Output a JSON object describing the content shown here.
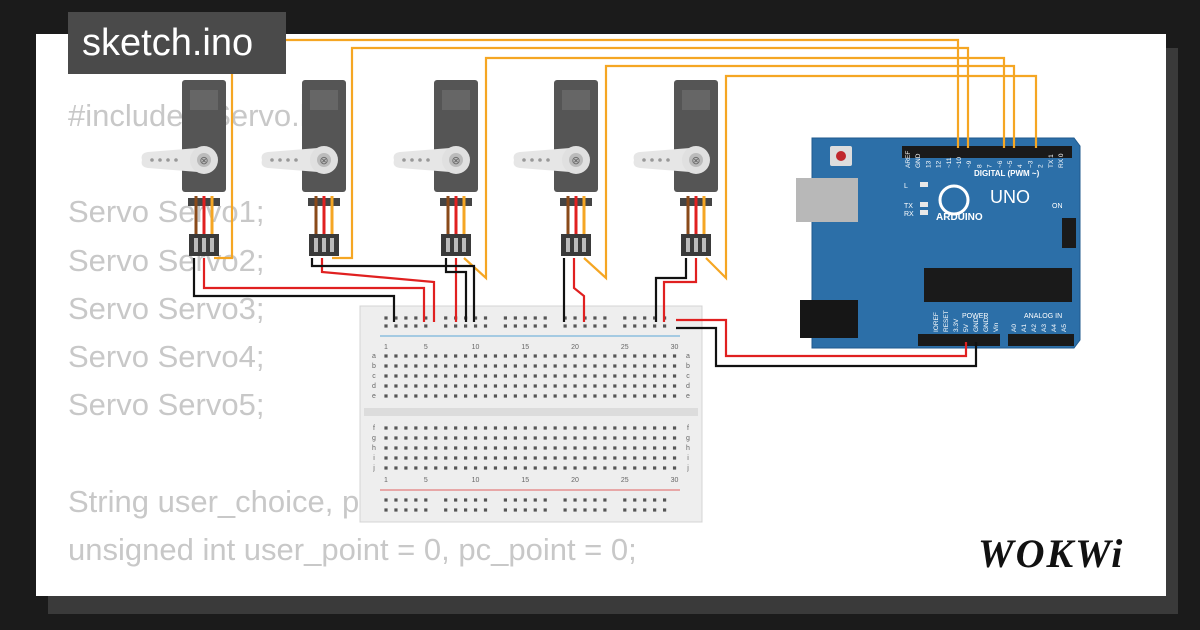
{
  "tab": {
    "title": "sketch.ino"
  },
  "code_lines": [
    "#include <Servo.h>",
    "",
    "Servo Servo1;",
    "Servo Servo2;",
    "Servo Servo3;",
    "Servo Servo4;",
    "Servo Servo5;",
    "",
    "String user_choice, pc_choice;",
    "unsigned int user_point = 0, pc_point = 0;"
  ],
  "arduino": {
    "model": "UNO",
    "brand": "ARDUINO",
    "digital_label": "DIGITAL (PWM ~)",
    "power_label": "POWER",
    "analog_label": "ANALOG IN",
    "top_pins": [
      "AREF",
      "GND",
      "13",
      "12",
      "~11",
      "~10",
      "~9",
      "8",
      "7",
      "~6",
      "~5",
      "4",
      "~3",
      "2",
      "TX 1",
      "RX 0"
    ],
    "power_pins": [
      "IOREF",
      "RESET",
      "3.3V",
      "5V",
      "GND",
      "GND",
      "Vin"
    ],
    "analog_pins": [
      "A0",
      "A1",
      "A2",
      "A3",
      "A4",
      "A5"
    ],
    "leds": [
      "L",
      "TX",
      "RX"
    ],
    "on_label": "ON"
  },
  "breadboard": {
    "column_numbers": [
      "1",
      "5",
      "10",
      "15",
      "20",
      "25",
      "30"
    ],
    "row_letters_top": [
      "a",
      "b",
      "c",
      "d",
      "e"
    ],
    "row_letters_bottom": [
      "f",
      "g",
      "h",
      "i",
      "j"
    ]
  },
  "logo": {
    "text": "WOKWi"
  },
  "colors": {
    "signal_wire": "#f5a623",
    "power_wire": "#e02020",
    "ground_wire": "#111111",
    "board": "#2c6fa8",
    "servo": "#555555",
    "code_text": "#c8c8c8"
  }
}
